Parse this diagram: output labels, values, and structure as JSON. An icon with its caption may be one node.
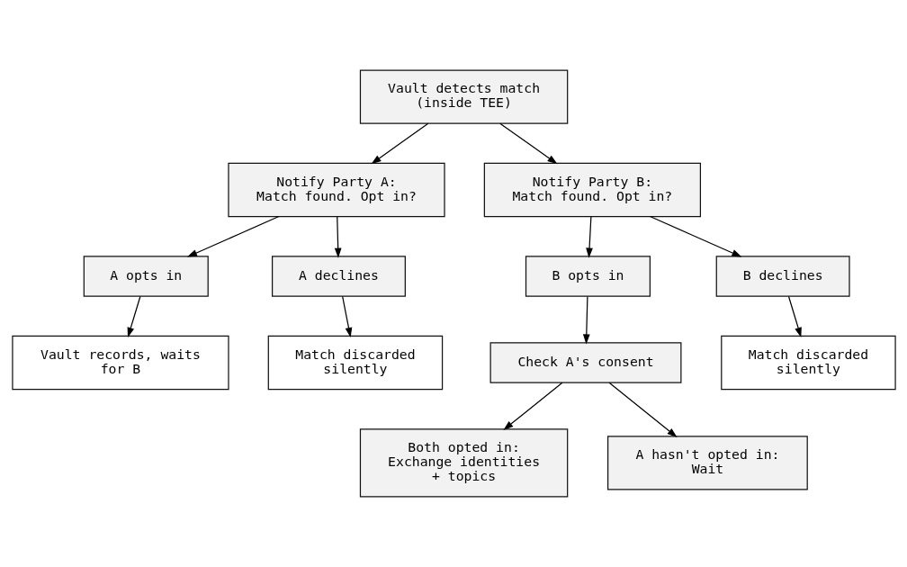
{
  "diagram": {
    "nodes": [
      {
        "text": [
          "Vault detects match (inside TEE)"
        ]
      },
      {
        "text": [
          "Notify Party A: Match found. Opt in?"
        ]
      },
      {
        "text": [
          "Notify Party B: Match found. Opt in?"
        ]
      },
      {
        "text": [
          "A opts in"
        ]
      },
      {
        "text": [
          "A declines"
        ]
      },
      {
        "text": [
          "B opts in"
        ]
      },
      {
        "text": [
          "B declines"
        ]
      },
      {
        "text": [
          "Vault records, waits for B"
        ]
      },
      {
        "text": [
          "Match discarded silently"
        ]
      },
      {
        "text": [
          "Check A's consent"
        ]
      },
      {
        "text": [
          "Match discarded silently"
        ]
      },
      {
        "text": [
          "Both opted in: Exchange identities + topics"
        ]
      },
      {
        "text": [
          "A hasn't opted in: Wait"
        ]
      }
    ],
    "edges": [
      {
        "from": 0,
        "to": 1,
        "arrow": "to"
      },
      {
        "from": 0,
        "to": 2,
        "arrow": "to"
      },
      {
        "from": 1,
        "to": 3,
        "arrow": "to"
      },
      {
        "from": 1,
        "to": 4,
        "arrow": "to"
      },
      {
        "from": 2,
        "to": 5,
        "arrow": "to"
      },
      {
        "from": 2,
        "to": 6,
        "arrow": "to"
      },
      {
        "from": 3,
        "to": 7,
        "arrow": "to"
      },
      {
        "from": 4,
        "to": 8,
        "arrow": "to"
      },
      {
        "from": 5,
        "to": 9,
        "arrow": "to"
      },
      {
        "from": 6,
        "to": 10,
        "arrow": "to"
      },
      {
        "from": 9,
        "to": 11,
        "arrow": "to"
      },
      {
        "from": 9,
        "to": 12,
        "arrow": "to"
      }
    ]
  }
}
